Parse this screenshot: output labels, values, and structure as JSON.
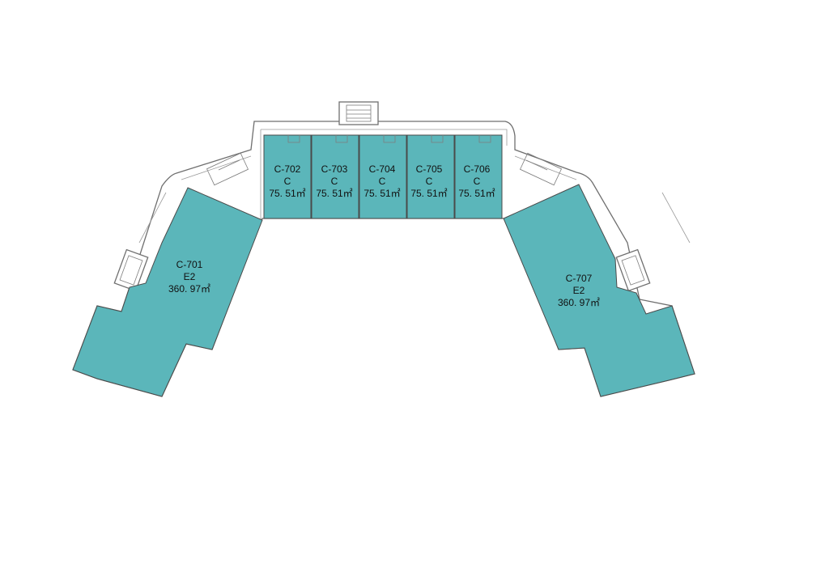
{
  "colors": {
    "unit_fill": "#5bb6ba",
    "wall": "#6f6f6f",
    "background": "#ffffff"
  },
  "units": [
    {
      "id": "C-701",
      "type": "E2",
      "area": "360. 97㎡"
    },
    {
      "id": "C-702",
      "type": "C",
      "area": "75. 51㎡"
    },
    {
      "id": "C-703",
      "type": "C",
      "area": "75. 51㎡"
    },
    {
      "id": "C-704",
      "type": "C",
      "area": "75. 51㎡"
    },
    {
      "id": "C-705",
      "type": "C",
      "area": "75. 51㎡"
    },
    {
      "id": "C-706",
      "type": "C",
      "area": "75. 51㎡"
    },
    {
      "id": "C-707",
      "type": "E2",
      "area": "360. 97㎡"
    }
  ]
}
